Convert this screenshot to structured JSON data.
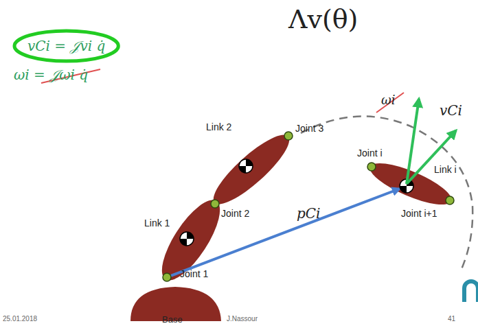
{
  "diagram": {
    "title": "Λv(θ)",
    "nodes": [
      {
        "text": [
          "vCi = 𝒥vi q̇"
        ]
      }
    ],
    "labels": [
      "ωi = 𝒥ωi q̇",
      "Link 2",
      "Joint 3",
      "Joint i",
      "Link i",
      "Link 1",
      "Joint 2",
      "Joint i+1",
      "pCi",
      "Joint 1",
      "ωi",
      "vCi",
      "25.01.2018",
      "Base",
      "J.Nassour",
      "41"
    ]
  }
}
